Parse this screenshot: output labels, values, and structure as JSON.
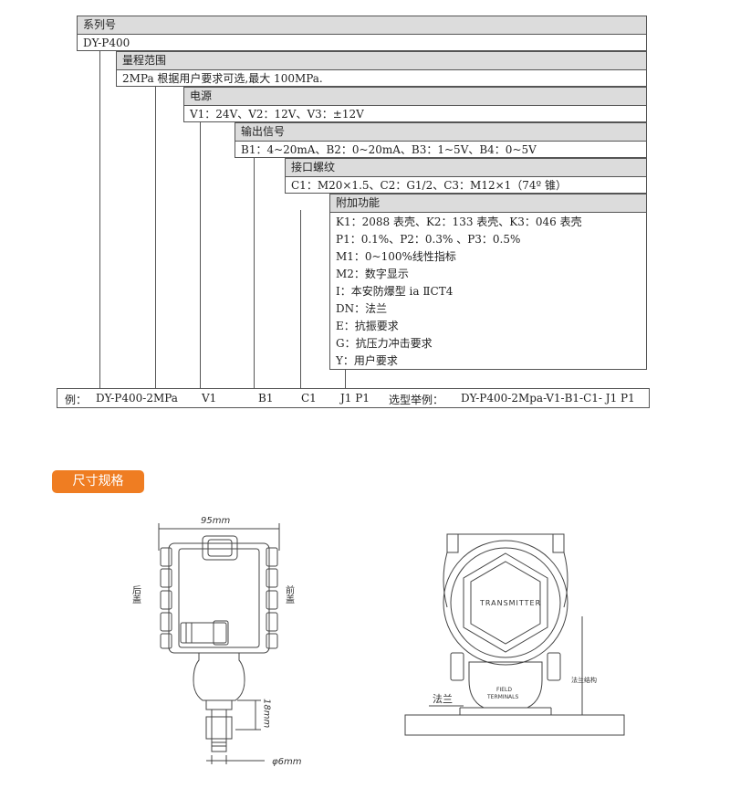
{
  "series": {
    "title": "系列号",
    "value": "DY-P400"
  },
  "range": {
    "title": "量程范围",
    "value": "2MPa  根据用户要求可选,最大 100MPa."
  },
  "power": {
    "title": "电源",
    "value": "V1：24V、V2：12V、V3：±12V"
  },
  "signal": {
    "title": "输出信号",
    "value": "B1：4~20mA、B2：0~20mA、B3：1~5V、B4：0~5V"
  },
  "interface": {
    "title": "接口螺纹",
    "value": "C1：M20×1.5、C2：G1/2、C3：M12×1（74º 锥）"
  },
  "extra": {
    "title": "附加功能",
    "items": [
      "K1：2088 表壳、K2：133 表壳、K3：046 表壳",
      "P1：0.1%、P2：0.3% 、P3：0.5%",
      "M1：0~100%线性指标",
      "M2：数字显示",
      "I：本安防爆型 ia ⅡCT4",
      "DN：法兰",
      "E：抗振要求",
      "G：抗压力冲击要求",
      "Y：用户要求"
    ]
  },
  "example": {
    "label": "例：",
    "series": "DY-P400-2MPa",
    "power": "V1",
    "signal": "B1",
    "interface": "C1",
    "extra": "J1 P1",
    "full_label": "选型举例：",
    "full": "DY-P400-2Mpa-V1-B1-C1- J1 P1"
  },
  "section": {
    "dimensions_title": "尺寸规格"
  },
  "drawing_left": {
    "width_label": "95mm",
    "back_cover": "后盖",
    "front_cover": "前盖",
    "height_label": "18mm",
    "dia_label": "φ6mm"
  },
  "drawing_right": {
    "transmitter": "TRANSMITTER",
    "field": "FIELD",
    "terminals": "TERMINALS",
    "flange_structure": "法兰结构",
    "flange": "法兰"
  },
  "colors": {
    "accent": "#ef7d22",
    "header_bg": "#dcdcdc",
    "line": "#555555"
  }
}
